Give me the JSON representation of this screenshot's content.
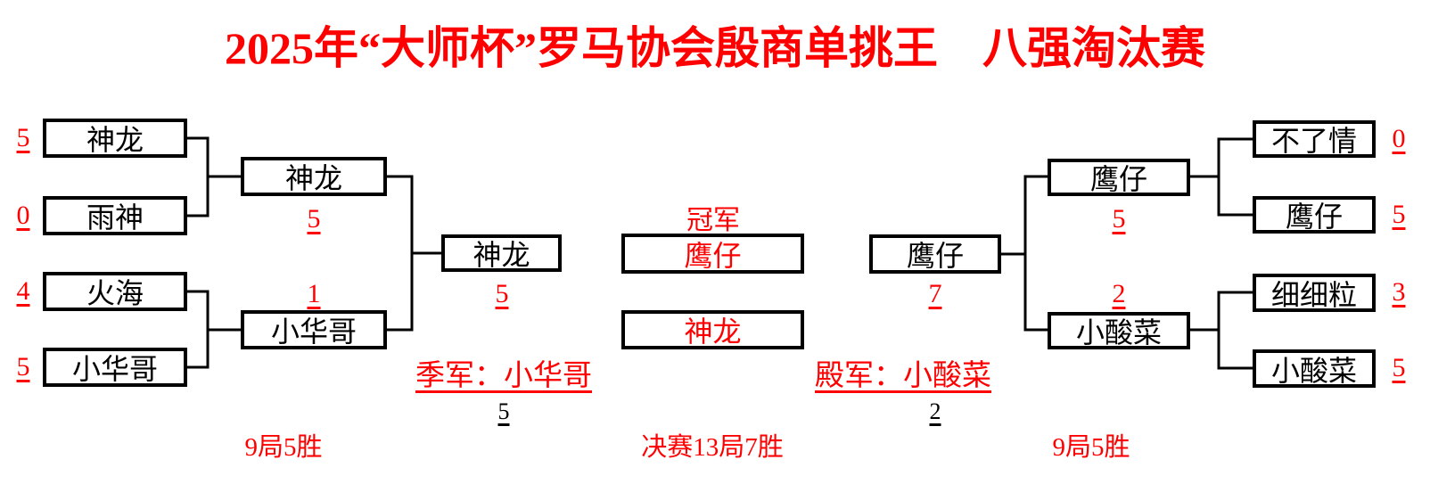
{
  "title": "2025年“大师杯”罗马协会殷商单挑王　八强淘汰赛",
  "colors": {
    "accent_red": "#ff0000",
    "line_black": "#000000",
    "background": "#ffffff"
  },
  "left": {
    "format_note": "9局5胜",
    "round1": [
      {
        "name": "神龙",
        "score": "5"
      },
      {
        "name": "雨神",
        "score": "0"
      },
      {
        "name": "火海",
        "score": "4"
      },
      {
        "name": "小华哥",
        "score": "5"
      }
    ],
    "semifinal": [
      {
        "name": "神龙",
        "score": "5"
      },
      {
        "name": "小华哥",
        "score": "1"
      }
    ],
    "finalist": {
      "name": "神龙",
      "score": "5"
    }
  },
  "right": {
    "format_note": "9局5胜",
    "round1": [
      {
        "name": "不了情",
        "score": "0"
      },
      {
        "name": "鹰仔",
        "score": "5"
      },
      {
        "name": "细细粒",
        "score": "3"
      },
      {
        "name": "小酸菜",
        "score": "5"
      }
    ],
    "semifinal": [
      {
        "name": "鹰仔",
        "score": "5"
      },
      {
        "name": "小酸菜",
        "score": "2"
      }
    ],
    "finalist": {
      "name": "鹰仔",
      "score": "7"
    }
  },
  "center": {
    "champion_label": "冠军",
    "champion_name": "鹰仔",
    "runner_up_name": "神龙",
    "third_place_label": "季军：小华哥",
    "third_place_score": "5",
    "fourth_place_label": "殿军：小酸菜",
    "fourth_place_score": "2",
    "final_format_note": "决赛13局7胜"
  }
}
